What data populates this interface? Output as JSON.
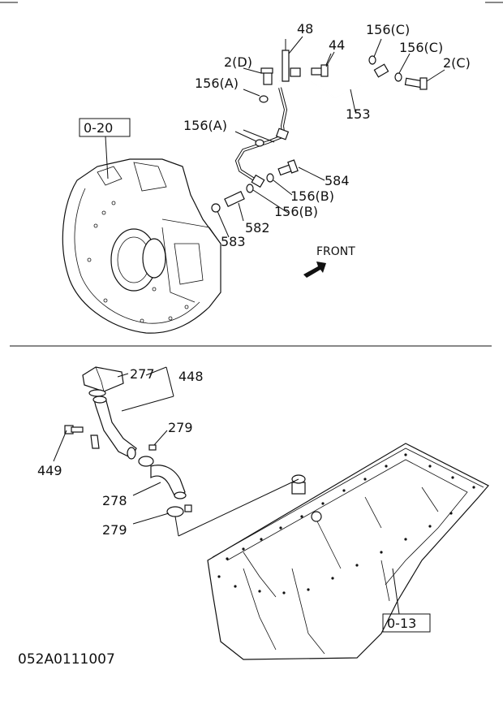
{
  "upper_section": {
    "ref_box": "0-20",
    "labels": {
      "p48": "48",
      "p44": "44",
      "p156c_1": "156(C)",
      "p156c_2": "156(C)",
      "p2c": "2(C)",
      "p2d": "2(D)",
      "p156a_1": "156(A)",
      "p153": "153",
      "p156a_2": "156(A)",
      "p584": "584",
      "p156b_1": "156(B)",
      "p156b_2": "156(B)",
      "p582": "582",
      "p583": "583"
    },
    "front_label": "FRONT"
  },
  "lower_section": {
    "ref_box": "0-13",
    "labels": {
      "p277": "277",
      "p448": "448",
      "p279_1": "279",
      "p449": "449",
      "p278": "278",
      "p279_2": "279"
    }
  },
  "diagram_code": "052A0111007"
}
